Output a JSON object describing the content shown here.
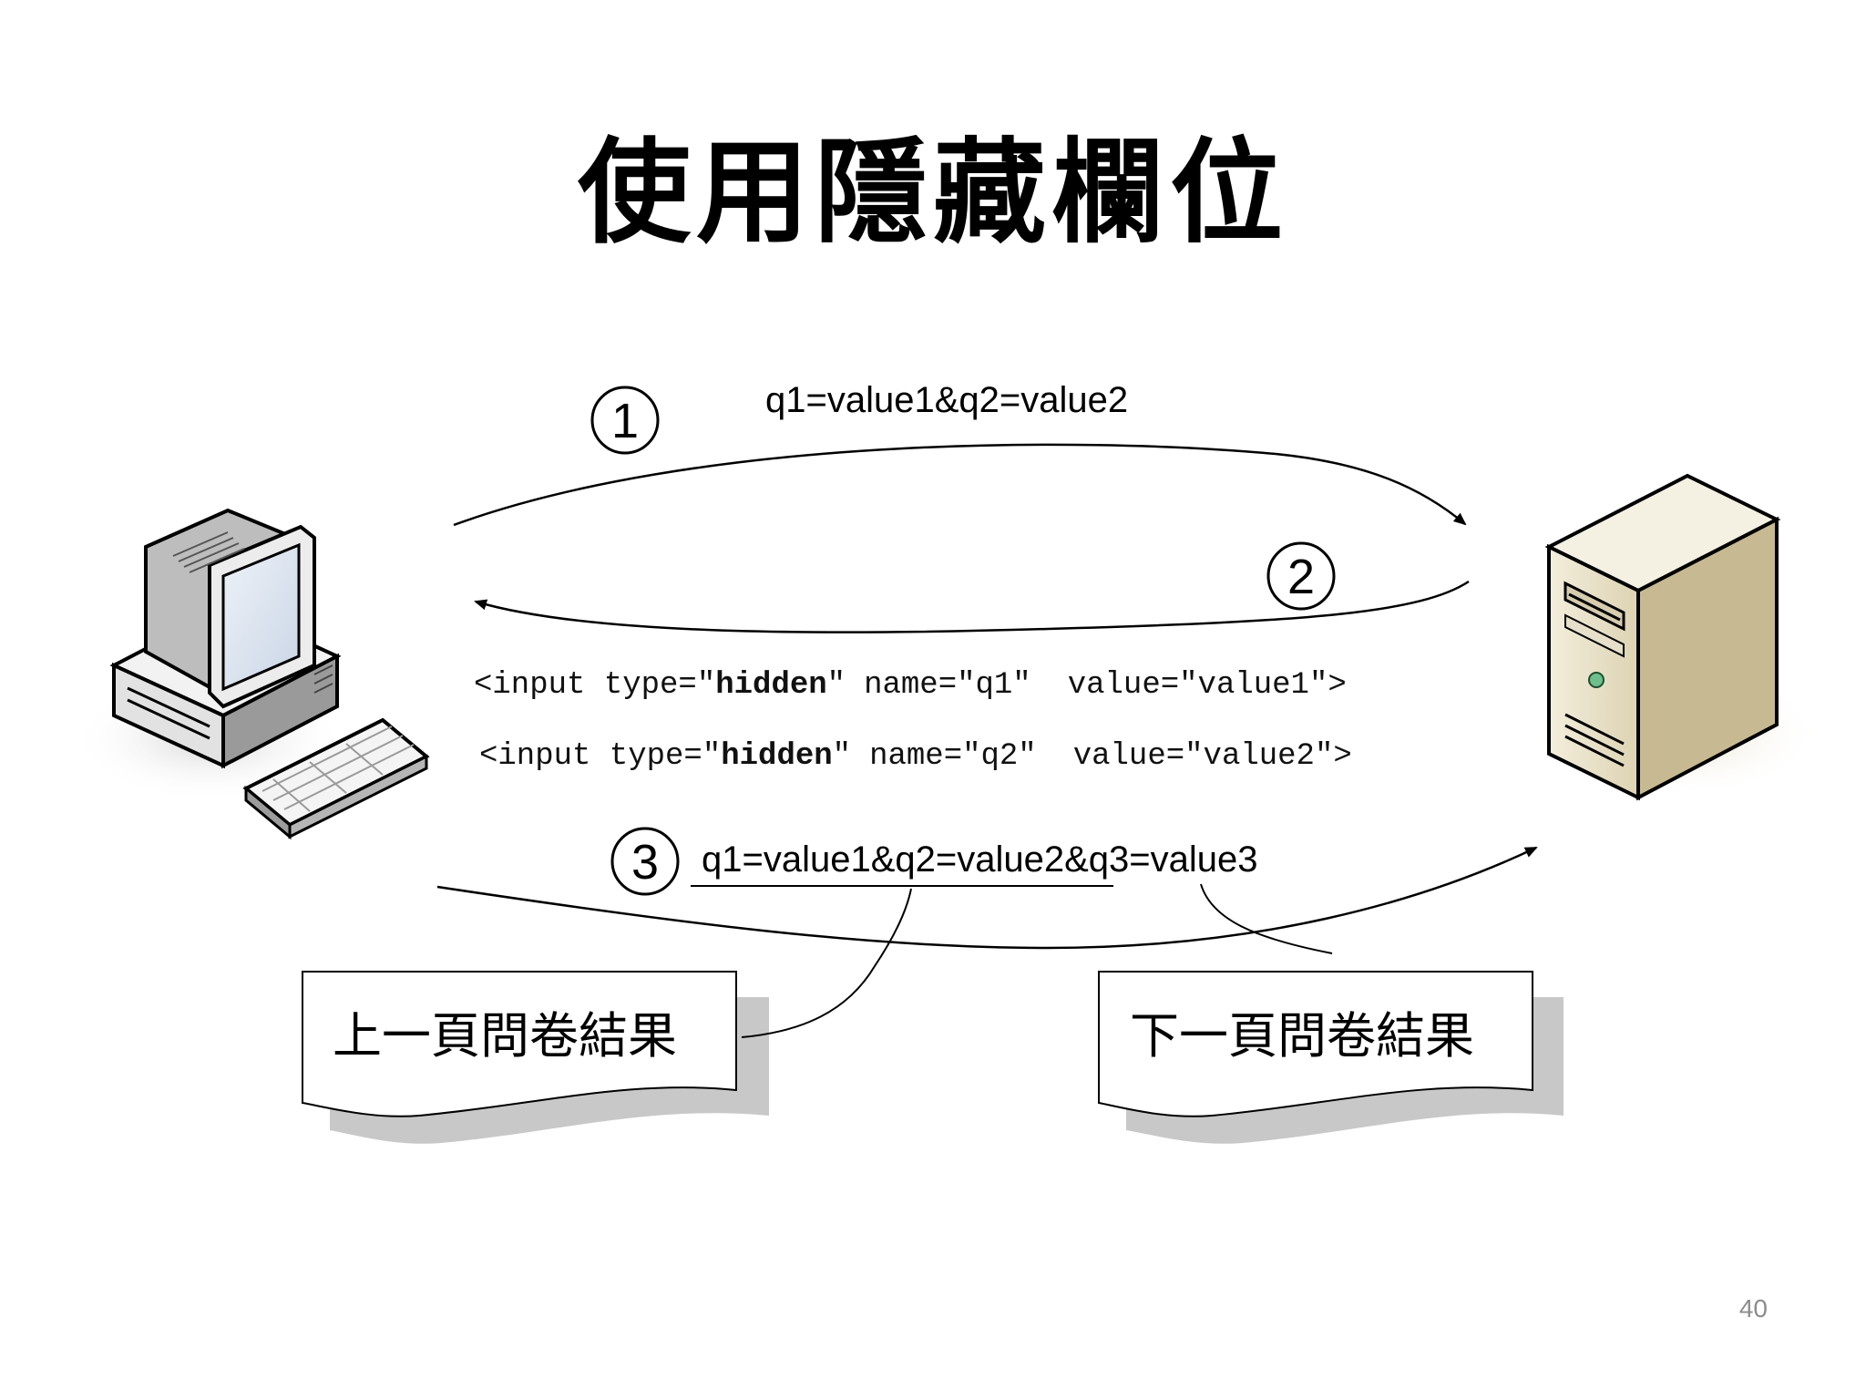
{
  "slide": {
    "title": "使用隱藏欄位",
    "page_number": "40"
  },
  "steps": [
    {
      "number": "1",
      "query": "q1=value1&q2=value2"
    },
    {
      "number": "2"
    },
    {
      "number": "3",
      "query": "q1=value1&q2=value2&q3=value3"
    }
  ],
  "hidden_inputs": [
    {
      "open": "<input type=\"",
      "type": "hidden",
      "close": "\"",
      "name": "name=\"q1\"",
      "value": "value=\"value1\">"
    },
    {
      "open": "<input type=\"",
      "type": "hidden",
      "close": "\"",
      "name": "name=\"q2\"",
      "value": "value=\"value2\">"
    }
  ],
  "callouts": {
    "previous": "上一頁問卷結果",
    "next": "下一頁問卷結果"
  },
  "icons": {
    "client": "desktop-computer-icon",
    "server": "server-tower-icon"
  },
  "colors": {
    "server_body": "#e8e0c8",
    "server_side": "#c9bd98",
    "monitor_screen": "#dde6f2",
    "arrow": "#000000",
    "shadow": "#c8c8c8"
  }
}
